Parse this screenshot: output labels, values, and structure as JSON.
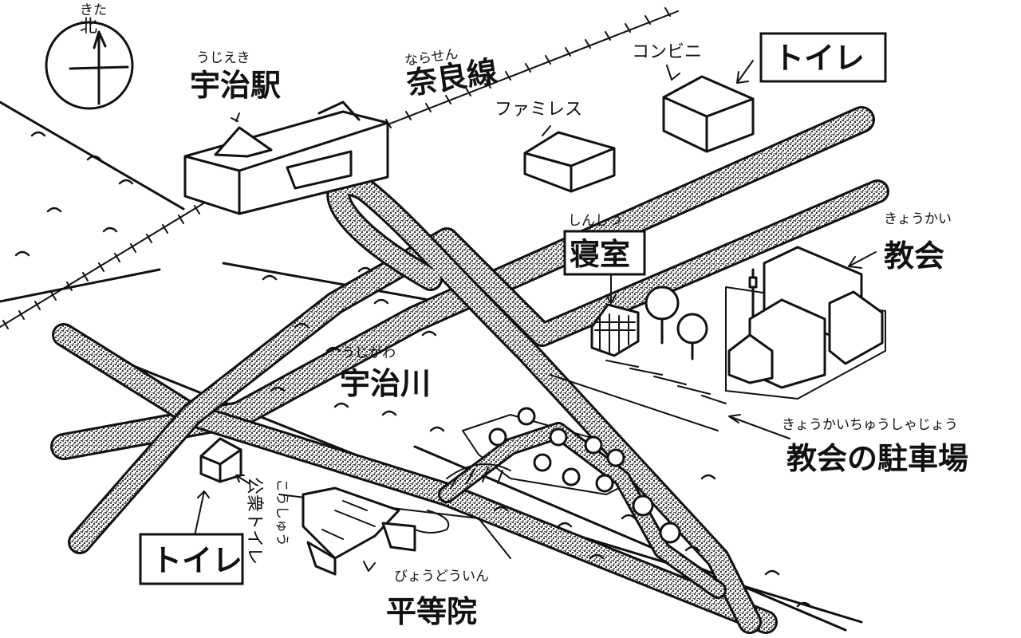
{
  "labels": {
    "north": "北",
    "north_ruby": "きた",
    "uji_station": "宇治駅",
    "uji_station_ruby": "うじえき",
    "nara_line": "奈良線",
    "nara_line_ruby": "ならせん",
    "convenience": "コンビニ",
    "toilet_top": "トイレ",
    "family_restaurant": "ファミレス",
    "bedroom": "寝室",
    "bedroom_ruby": "しんしつ",
    "church": "教会",
    "church_ruby": "きょうかい",
    "uji_river": "宇治川",
    "uji_river_ruby": "うじがわ",
    "church_parking": "教会の駐車場",
    "church_parking_ruby": "きょうかいちゅうしゃじょう",
    "public_toilet": "公衆トイレ",
    "public_toilet_ruby": "こうしゅう",
    "toilet_bottom": "トイレ",
    "byodoin": "平等院",
    "byodoin_ruby": "びょうどういん"
  },
  "colors": {
    "ink": "#111111",
    "paper": "#ffffff"
  }
}
